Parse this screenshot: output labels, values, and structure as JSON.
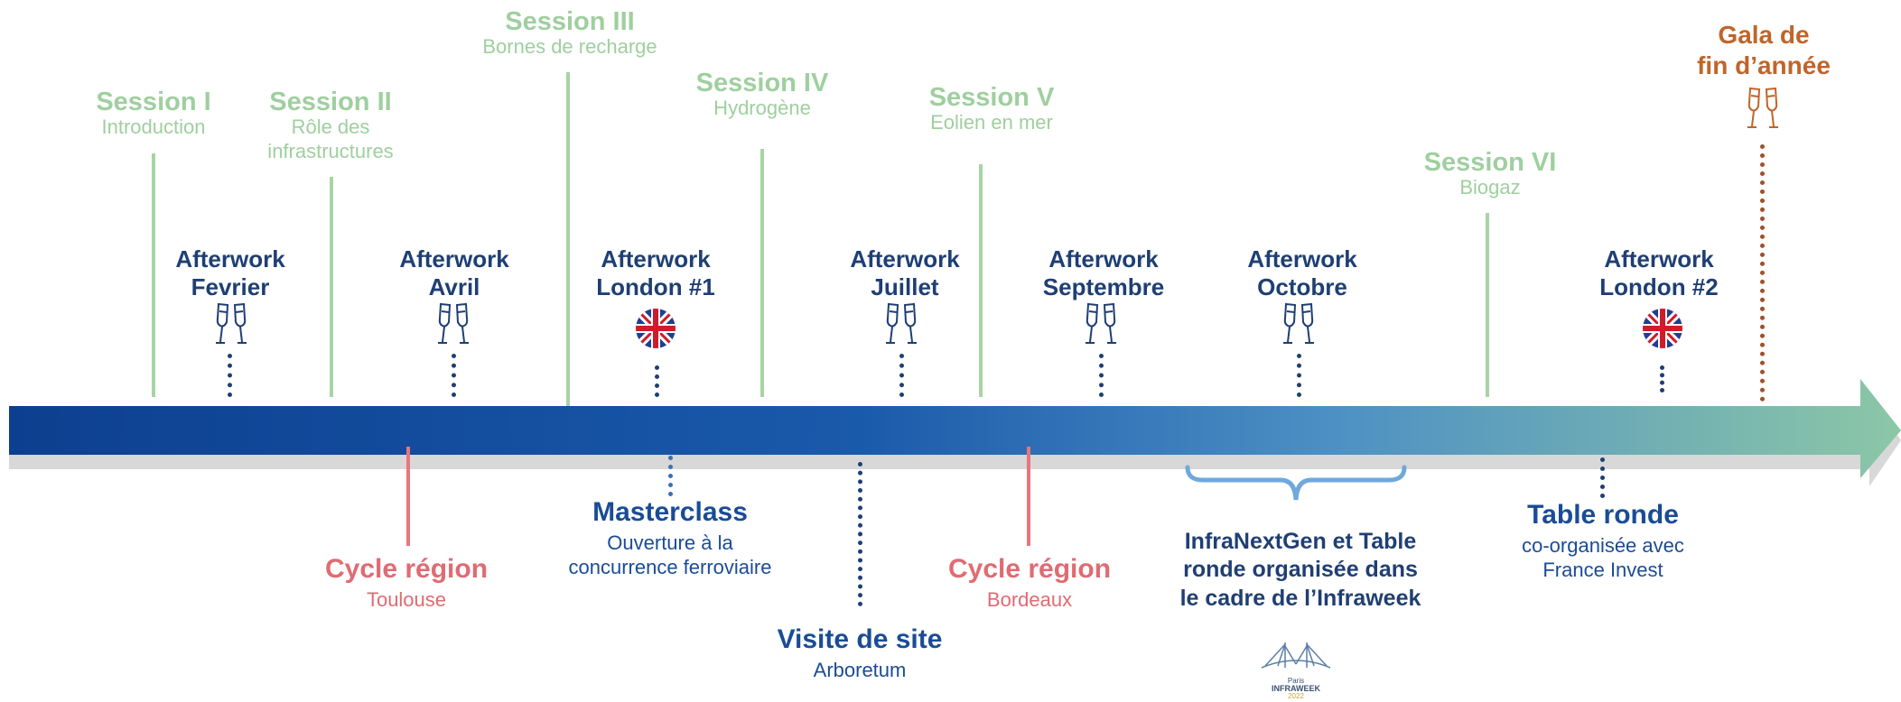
{
  "sessions": [
    {
      "title": "Session I",
      "subtitle": "Introduction"
    },
    {
      "title": "Session II",
      "subtitle": "Rôle des infrastructures",
      "subtitle_l1": "Rôle des",
      "subtitle_l2": "infrastructures"
    },
    {
      "title": "Session III",
      "subtitle": "Bornes de recharge"
    },
    {
      "title": "Session IV",
      "subtitle": "Hydrogène"
    },
    {
      "title": "Session V",
      "subtitle": "Eolien en mer"
    },
    {
      "title": "Session VI",
      "subtitle": "Biogaz"
    }
  ],
  "afterworks": [
    {
      "l1": "Afterwork",
      "l2": "Fevrier",
      "icon": "champagne-glasses-icon"
    },
    {
      "l1": "Afterwork",
      "l2": "Avril",
      "icon": "champagne-glasses-icon"
    },
    {
      "l1": "Afterwork",
      "l2": "London #1",
      "icon": "uk-flag-icon"
    },
    {
      "l1": "Afterwork",
      "l2": "Juillet",
      "icon": "champagne-glasses-icon"
    },
    {
      "l1": "Afterwork",
      "l2": "Septembre",
      "icon": "champagne-glasses-icon"
    },
    {
      "l1": "Afterwork",
      "l2": "Octobre",
      "icon": "champagne-glasses-icon"
    },
    {
      "l1": "Afterwork",
      "l2": "London #2",
      "icon": "uk-flag-icon"
    }
  ],
  "gala": {
    "l1": "Gala de",
    "l2": "fin d’année",
    "icon": "champagne-glasses-icon"
  },
  "below": {
    "cycle_toulouse": {
      "title": "Cycle région",
      "subtitle": "Toulouse"
    },
    "masterclass": {
      "title": "Masterclass",
      "l1": "Ouverture à la",
      "l2": "concurrence ferroviaire"
    },
    "visite": {
      "title": "Visite de site",
      "subtitle": "Arboretum"
    },
    "cycle_bordeaux": {
      "title": "Cycle région",
      "subtitle": "Bordeaux"
    },
    "infranextgen": {
      "l1": "InfraNextGen et Table",
      "l2": "ronde organisée dans",
      "l3": "le cadre de l’Infraweek"
    },
    "table_ronde": {
      "title": "Table ronde",
      "l1": "co-organisée avec",
      "l2": "France Invest"
    }
  },
  "infraweek_logo": {
    "l1": "Paris",
    "l2": "INFRAWEEK",
    "l3": "2022"
  },
  "colors": {
    "session_green": "#9fcf9f",
    "afterwork_navy": "#1f3f73",
    "cycle_red": "#e06b72",
    "event_blue": "#1a4c96",
    "gala_orange": "#c0652a",
    "arrow_start": "#0d3f8f",
    "arrow_end": "#8cc7a6"
  }
}
